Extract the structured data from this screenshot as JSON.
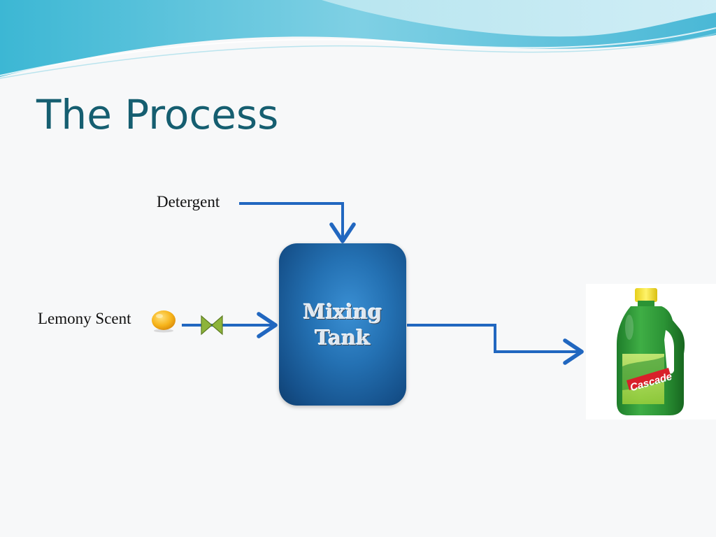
{
  "slide": {
    "title": "The Process"
  },
  "diagram": {
    "inputs": {
      "detergent": "Detergent",
      "lemony_scent": "Lemony Scent"
    },
    "tank": {
      "line1": "Mixing",
      "line2": "Tank"
    },
    "product": {
      "brand": "Cascade"
    }
  },
  "colors": {
    "title": "#155e70",
    "arrow": "#2167c0",
    "tank": "#2471b3",
    "valve": "#8db43a",
    "bottle": "#2e9a3a",
    "cap": "#f4e43a"
  }
}
